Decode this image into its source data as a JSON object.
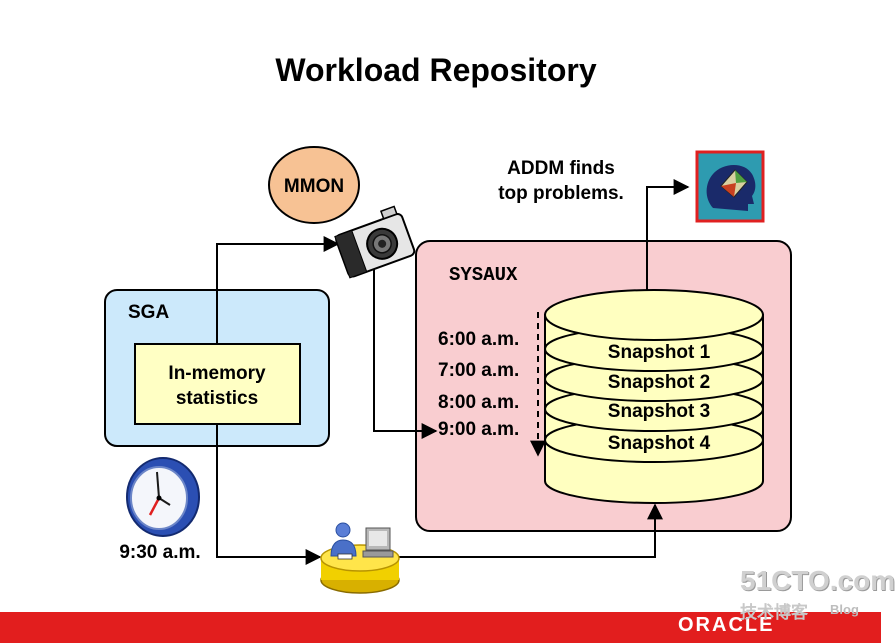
{
  "title": "Workload Repository",
  "mmon": {
    "label": "MMON"
  },
  "addm": {
    "line1": "ADDM finds",
    "line2": "top problems."
  },
  "sga": {
    "label": "SGA",
    "stats_line1": "In-memory",
    "stats_line2": "statistics"
  },
  "sysaux": {
    "label": "SYSAUX"
  },
  "times": [
    "6:00 a.m.",
    "7:00 a.m.",
    "8:00 a.m.",
    "9:00 a.m."
  ],
  "snapshots": [
    "Snapshot 1",
    "Snapshot 2",
    "Snapshot 3",
    "Snapshot 4"
  ],
  "clock": {
    "label": "9:30 a.m."
  },
  "colors": {
    "sga_fill": "#cce9fb",
    "sysaux_fill": "#f9cdd0",
    "mmon_fill": "#f7c294",
    "cylinder_fill": "#ffffc0",
    "stats_fill": "#ffffc4",
    "footer_red": "#e21e1e"
  },
  "icons": [
    "camera-icon",
    "clock-icon",
    "user-workstation-icon",
    "addm-head-icon"
  ],
  "footer": {
    "logo": "ORACLE"
  },
  "watermark": {
    "line1": "51CTO.com",
    "line2": "技术博客",
    "line3": "Blog"
  }
}
